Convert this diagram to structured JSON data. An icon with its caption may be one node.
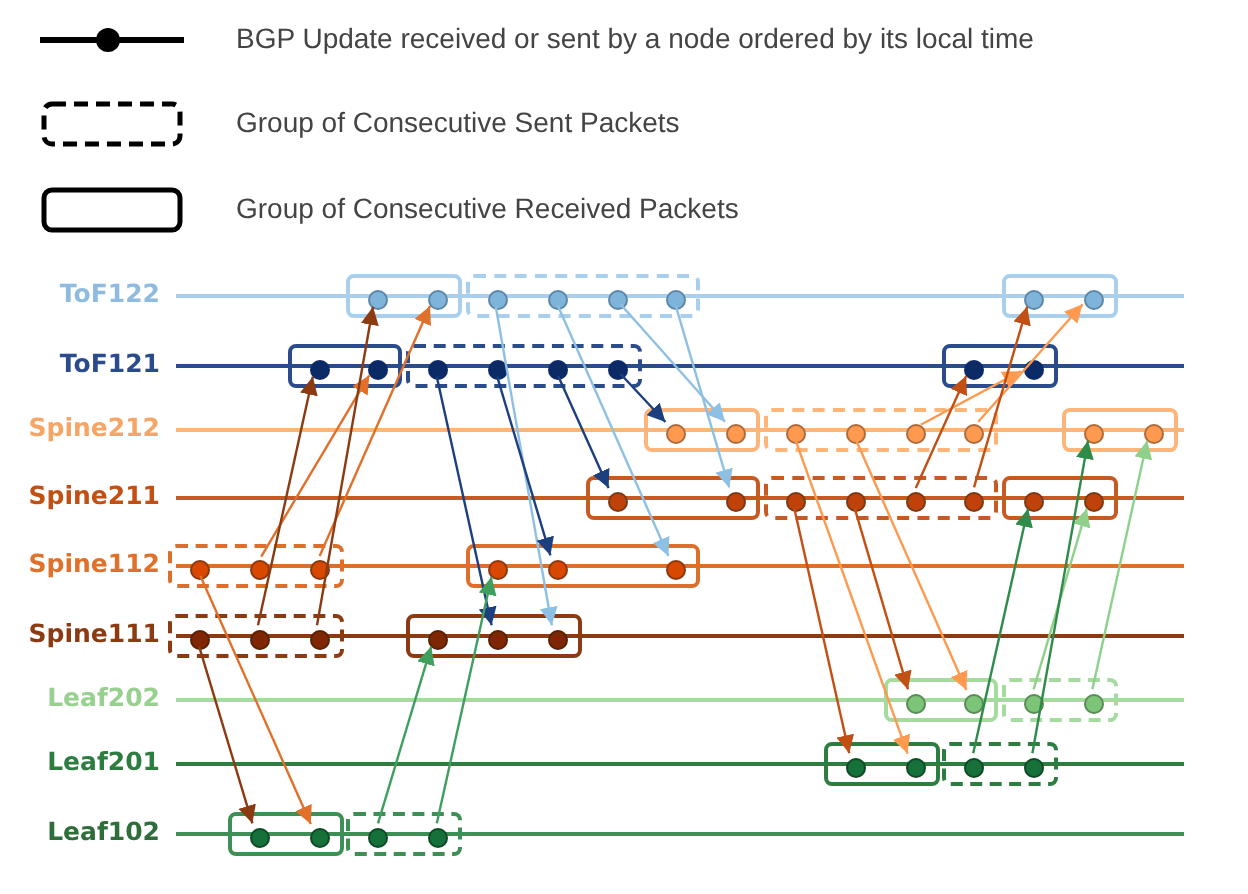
{
  "diagram": {
    "nodes": [
      {
        "text": [
          "ToF122"
        ]
      },
      {
        "text": [],
        "shape": "box",
        "in": 0
      },
      {
        "text": [],
        "shape": "circle",
        "in": 1
      },
      {
        "text": [],
        "shape": "circle",
        "in": 1
      },
      {
        "text": [],
        "shape": "box",
        "in": 0
      },
      {
        "text": [],
        "shape": "circle",
        "in": 4
      },
      {
        "text": [],
        "shape": "circle",
        "in": 4
      },
      {
        "text": [],
        "shape": "circle",
        "in": 4
      },
      {
        "text": [],
        "shape": "circle",
        "in": 4
      },
      {
        "text": [],
        "shape": "box",
        "in": 0
      },
      {
        "text": [],
        "shape": "circle",
        "in": 9
      },
      {
        "text": [],
        "shape": "circle",
        "in": 9
      },
      {
        "text": [
          "ToF121"
        ]
      },
      {
        "text": [],
        "shape": "box",
        "in": 12
      },
      {
        "text": [],
        "shape": "circle",
        "in": 13
      },
      {
        "text": [],
        "shape": "circle",
        "in": 13
      },
      {
        "text": [],
        "shape": "box",
        "in": 12
      },
      {
        "text": [],
        "shape": "circle",
        "in": 16
      },
      {
        "text": [],
        "shape": "circle",
        "in": 16
      },
      {
        "text": [],
        "shape": "circle",
        "in": 16
      },
      {
        "text": [],
        "shape": "circle",
        "in": 16
      },
      {
        "text": [],
        "shape": "box",
        "in": 12
      },
      {
        "text": [],
        "shape": "circle",
        "in": 21
      },
      {
        "text": [],
        "shape": "circle",
        "in": 21
      },
      {
        "text": [
          "Spine212"
        ]
      },
      {
        "text": [],
        "shape": "box",
        "in": 24
      },
      {
        "text": [],
        "shape": "circle",
        "in": 25
      },
      {
        "text": [],
        "shape": "circle",
        "in": 25
      },
      {
        "text": [],
        "shape": "box",
        "in": 24
      },
      {
        "text": [],
        "shape": "circle",
        "in": 28
      },
      {
        "text": [],
        "shape": "circle",
        "in": 28
      },
      {
        "text": [],
        "shape": "circle",
        "in": 28
      },
      {
        "text": [],
        "shape": "circle",
        "in": 28
      },
      {
        "text": [],
        "shape": "box",
        "in": 24
      },
      {
        "text": [],
        "shape": "circle",
        "in": 33
      },
      {
        "text": [],
        "shape": "circle",
        "in": 33
      },
      {
        "text": [
          "Spine211"
        ]
      },
      {
        "text": [],
        "shape": "box",
        "in": 36
      },
      {
        "text": [],
        "shape": "circle",
        "in": 37
      },
      {
        "text": [],
        "shape": "circle",
        "in": 37
      },
      {
        "text": [],
        "shape": "box",
        "in": 36
      },
      {
        "text": [],
        "shape": "circle",
        "in": 40
      },
      {
        "text": [],
        "shape": "circle",
        "in": 40
      },
      {
        "text": [],
        "shape": "circle",
        "in": 40
      },
      {
        "text": [],
        "shape": "circle",
        "in": 40
      },
      {
        "text": [],
        "shape": "box",
        "in": 36
      },
      {
        "text": [],
        "shape": "circle",
        "in": 45
      },
      {
        "text": [],
        "shape": "circle",
        "in": 45
      },
      {
        "text": [
          "Spine112"
        ]
      },
      {
        "text": [],
        "shape": "box",
        "in": 48
      },
      {
        "text": [],
        "shape": "circle",
        "in": 49
      },
      {
        "text": [],
        "shape": "circle",
        "in": 49
      },
      {
        "text": [],
        "shape": "circle",
        "in": 49
      },
      {
        "text": [],
        "shape": "box",
        "in": 48
      },
      {
        "text": [],
        "shape": "circle",
        "in": 53
      },
      {
        "text": [],
        "shape": "circle",
        "in": 53
      },
      {
        "text": [],
        "shape": "circle",
        "in": 53
      },
      {
        "text": [
          "Spine111"
        ]
      },
      {
        "text": [],
        "shape": "box",
        "in": 57
      },
      {
        "text": [],
        "shape": "circle",
        "in": 58
      },
      {
        "text": [],
        "shape": "circle",
        "in": 58
      },
      {
        "text": [],
        "shape": "circle",
        "in": 58
      },
      {
        "text": [],
        "shape": "box",
        "in": 57
      },
      {
        "text": [],
        "shape": "circle",
        "in": 62
      },
      {
        "text": [],
        "shape": "circle",
        "in": 62
      },
      {
        "text": [],
        "shape": "circle",
        "in": 62
      },
      {
        "text": [
          "Leaf202"
        ]
      },
      {
        "text": [],
        "shape": "box",
        "in": 66
      },
      {
        "text": [],
        "shape": "circle",
        "in": 67
      },
      {
        "text": [],
        "shape": "circle",
        "in": 67
      },
      {
        "text": [],
        "shape": "box",
        "in": 66
      },
      {
        "text": [],
        "shape": "circle",
        "in": 70
      },
      {
        "text": [],
        "shape": "circle",
        "in": 70
      },
      {
        "text": [
          "Leaf201"
        ]
      },
      {
        "text": [],
        "shape": "box",
        "in": 73
      },
      {
        "text": [],
        "shape": "circle",
        "in": 74
      },
      {
        "text": [],
        "shape": "circle",
        "in": 74
      },
      {
        "text": [],
        "shape": "box",
        "in": 73
      },
      {
        "text": [],
        "shape": "circle",
        "in": 77
      },
      {
        "text": [],
        "shape": "circle",
        "in": 77
      },
      {
        "text": [
          "Leaf102"
        ]
      },
      {
        "text": [],
        "shape": "box",
        "in": 80
      },
      {
        "text": [],
        "shape": "circle",
        "in": 81
      },
      {
        "text": [],
        "shape": "circle",
        "in": 81
      },
      {
        "text": [],
        "shape": "box",
        "in": 80
      },
      {
        "text": [],
        "shape": "circle",
        "in": 84
      },
      {
        "text": [],
        "shape": "circle",
        "in": 84
      }
    ],
    "edges": [
      {
        "from": 5,
        "to": 65,
        "arrow": "to",
        "color": "#8ec0e4"
      },
      {
        "from": 6,
        "to": 56,
        "arrow": "to",
        "color": "#8ec0e4"
      },
      {
        "from": 7,
        "to": 27,
        "arrow": "to",
        "color": "#8ec0e4"
      },
      {
        "from": 8,
        "to": 39,
        "arrow": "to",
        "color": "#8ec0e4"
      },
      {
        "from": 17,
        "to": 64,
        "arrow": "to",
        "color": "#1c3f80"
      },
      {
        "from": 18,
        "to": 55,
        "arrow": "to",
        "color": "#1c3f80"
      },
      {
        "from": 19,
        "to": 38,
        "arrow": "to",
        "color": "#1c3f80"
      },
      {
        "from": 20,
        "to": 26,
        "arrow": "to",
        "color": "#1c3f80"
      },
      {
        "from": 29,
        "to": 76,
        "arrow": "to",
        "color": "#fd9a50"
      },
      {
        "from": 30,
        "to": 69,
        "arrow": "to",
        "color": "#fd9a50"
      },
      {
        "from": 31,
        "to": 23,
        "arrow": "to",
        "color": "#fd9a50"
      },
      {
        "from": 32,
        "to": 11,
        "arrow": "to",
        "color": "#fd9a50"
      },
      {
        "from": 41,
        "to": 75,
        "arrow": "to",
        "color": "#c24f14"
      },
      {
        "from": 42,
        "to": 68,
        "arrow": "to",
        "color": "#c24f14"
      },
      {
        "from": 43,
        "to": 22,
        "arrow": "to",
        "color": "#c24f14"
      },
      {
        "from": 44,
        "to": 10,
        "arrow": "to",
        "color": "#c24f14"
      },
      {
        "from": 50,
        "to": 83,
        "arrow": "to",
        "color": "#e0702a"
      },
      {
        "from": 51,
        "to": 15,
        "arrow": "to",
        "color": "#e0702a"
      },
      {
        "from": 52,
        "to": 3,
        "arrow": "to",
        "color": "#e0702a"
      },
      {
        "from": 59,
        "to": 82,
        "arrow": "to",
        "color": "#8b3a12"
      },
      {
        "from": 60,
        "to": 14,
        "arrow": "to",
        "color": "#8b3a12"
      },
      {
        "from": 61,
        "to": 2,
        "arrow": "to",
        "color": "#8b3a12"
      },
      {
        "from": 71,
        "to": 47,
        "arrow": "to",
        "color": "#8fd18a"
      },
      {
        "from": 72,
        "to": 35,
        "arrow": "to",
        "color": "#8fd18a"
      },
      {
        "from": 78,
        "to": 46,
        "arrow": "to",
        "color": "#2e8b4a"
      },
      {
        "from": 79,
        "to": 34,
        "arrow": "to",
        "color": "#2e8b4a"
      },
      {
        "from": 85,
        "to": 63,
        "arrow": "to",
        "color": "#3f9f5f"
      },
      {
        "from": 86,
        "to": 54,
        "arrow": "to",
        "color": "#3f9f5f"
      }
    ],
    "legend": [
      {
        "text": "BGP Update received or sent by a node ordered by its local time"
      },
      {
        "text": "Group of Consecutive Sent Packets"
      },
      {
        "text": "Group of Consecutive Received Packets"
      }
    ]
  }
}
